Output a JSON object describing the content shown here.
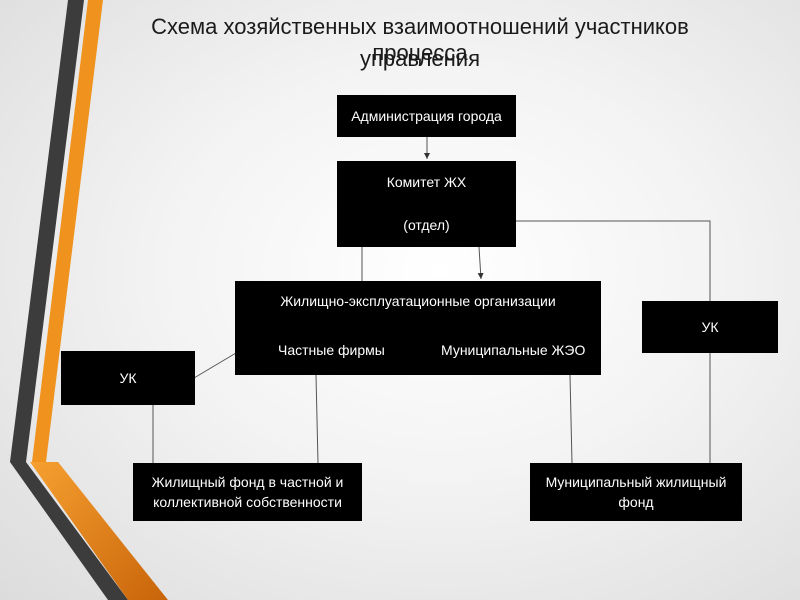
{
  "slide": {
    "title_line1": "Схема хозяйственных взаимоотношений участников процесса",
    "title_line2": "управления"
  },
  "nodes": {
    "admin": "Администрация города",
    "committee_line1": "Комитет ЖХ",
    "committee_line2": "(отдел)",
    "housing_org_title": "Жилищно-эксплуатационные организации",
    "private_firms": "Частные фирмы",
    "municipal_zheo": "Муниципальные ЖЭО",
    "uk_left": "УК",
    "uk_right": "УК",
    "private_fund_line1": "Жилищный фонд в частной и",
    "private_fund_line2": "коллективной собственности",
    "municipal_fund_line1": "Муниципальный жилищный",
    "municipal_fund_line2": "фонд"
  },
  "colors": {
    "box": "#000000",
    "box_text": "#ffffff",
    "accent_orange": "#f0931e",
    "accent_dark": "#3c3c3c"
  }
}
